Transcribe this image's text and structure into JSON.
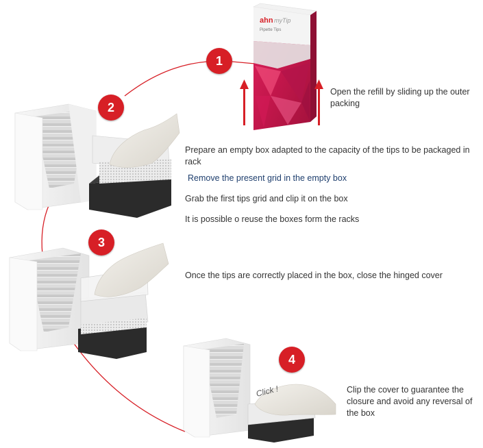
{
  "colors": {
    "accent": "#d71f26",
    "box_black": "#2b2b2b",
    "text": "#333333",
    "text_blue": "#1f3f6e"
  },
  "product": {
    "brand": "ahn",
    "line": "myTip",
    "name": "Pipette Tips"
  },
  "steps": [
    {
      "number": "1",
      "lines": [
        "Open the refill by sliding up the outer",
        "packing"
      ]
    },
    {
      "number": "2",
      "lines": [
        "Prepare an empty box adapted to the capacity of the tips to be packaged in",
        "rack"
      ]
    },
    {
      "number": "3",
      "lines": [
        "Once the tips are correctly placed in the box, close the hinged cover"
      ]
    },
    {
      "number": "4",
      "lines": [
        "Clip the cover to guarantee the",
        "closure and avoid any reversal of",
        "the box"
      ]
    }
  ],
  "step2_extra": {
    "remove_grid": "Remove the present grid in the empty box",
    "grab_grid": "Grab the first tips grid and clip it on the box",
    "reuse_boxes": "It is possible o reuse the boxes form the racks"
  },
  "click_label": "Click !"
}
